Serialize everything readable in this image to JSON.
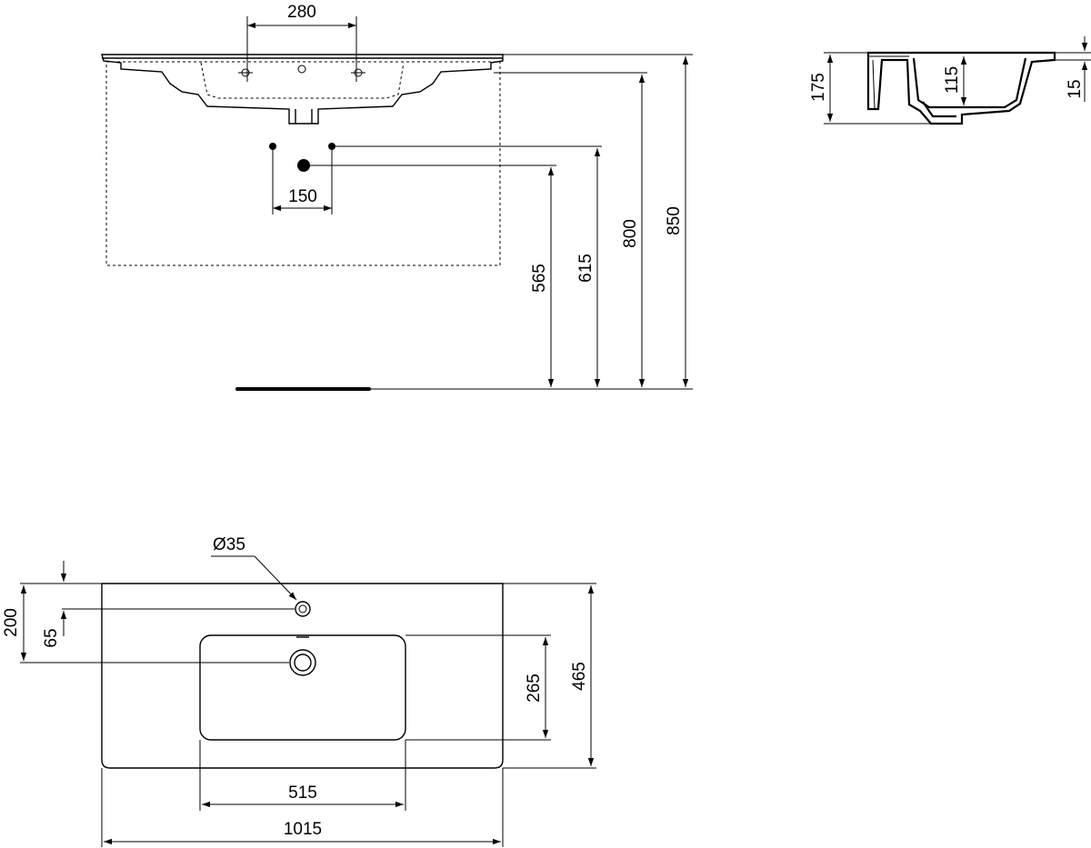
{
  "dimensions": {
    "tap_hole_spacing": "280",
    "supply_spacing": "150",
    "waste_height": "565",
    "supply_height": "615",
    "basin_rim_height": "800",
    "overall_height": "850",
    "side_depth": "175",
    "bowl_depth": "115",
    "rim_thickness": "15",
    "tap_hole_diameter": "Ø35",
    "tap_hole_offset": "200",
    "bowl_rim_offset": "65",
    "bowl_width_depth": "265",
    "overall_depth": "465",
    "bowl_length": "515",
    "overall_width": "1015"
  },
  "colors": {
    "line": "#000000",
    "background": "#ffffff"
  }
}
